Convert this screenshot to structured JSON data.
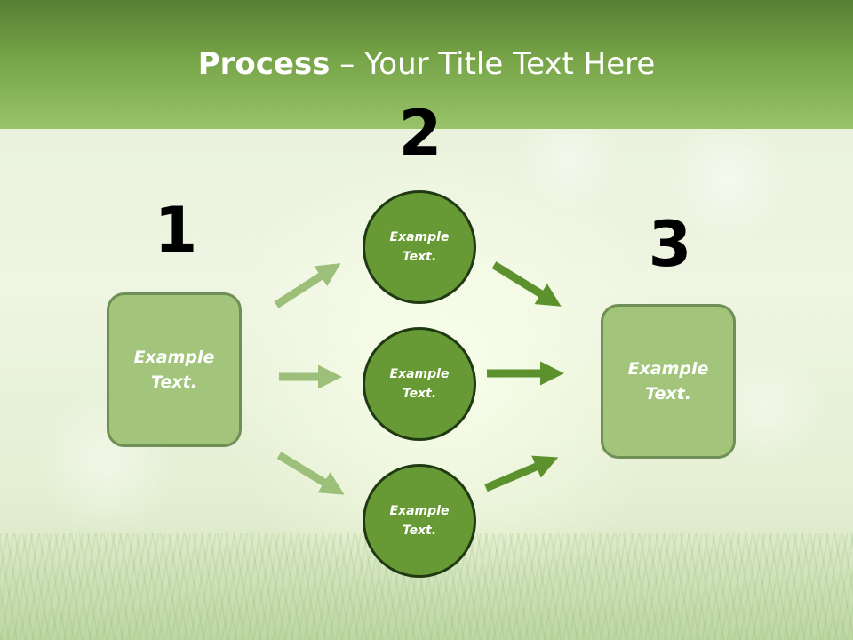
{
  "title": {
    "bold": "Process",
    "rest": " – Your Title Text Here"
  },
  "steps": {
    "n1": "1",
    "n2": "2",
    "n3": "3"
  },
  "left_box": {
    "line1": "Example",
    "line2": "Text."
  },
  "right_box": {
    "line1": "Example",
    "line2": "Text."
  },
  "circles": [
    {
      "line1": "Example",
      "line2": "Text."
    },
    {
      "line1": "Example",
      "line2": "Text."
    },
    {
      "line1": "Example",
      "line2": "Text."
    }
  ],
  "colors": {
    "header": "#76a447",
    "box_fill": "#a2c57b",
    "circle_fill": "#679a35",
    "arrow_light": "#9cc07a",
    "arrow_dark": "#5d912d"
  }
}
